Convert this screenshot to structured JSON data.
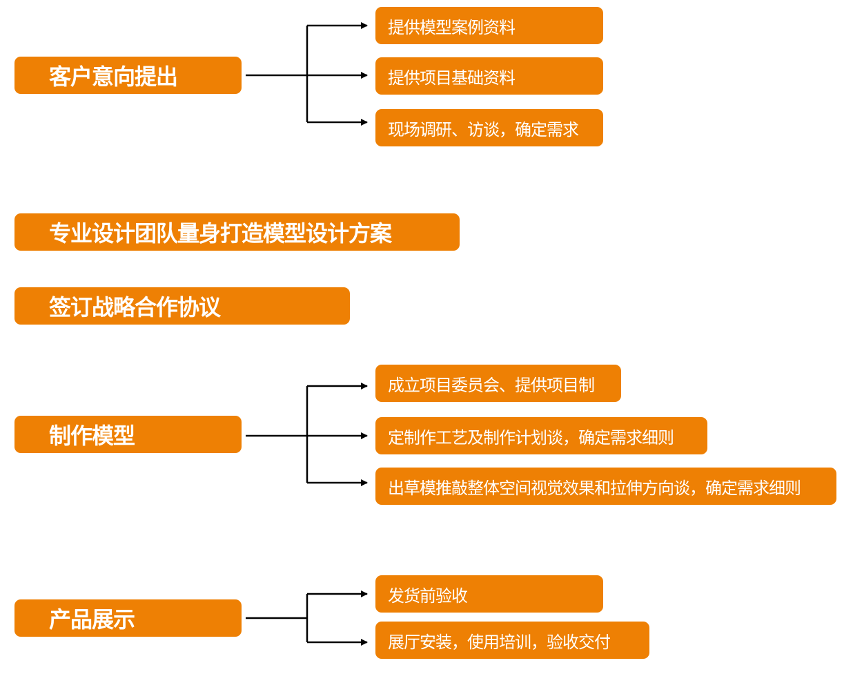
{
  "colors": {
    "box": "#EE8004",
    "text": "#FFFFFF",
    "connector": "#000000"
  },
  "steps": [
    {
      "label": "客户意向提出",
      "children": [
        "提供模型案例资料",
        "提供项目基础资料",
        "现场调研、访谈，确定需求"
      ]
    },
    {
      "label": "专业设计团队量身打造模型设计方案",
      "children": []
    },
    {
      "label": "签订战略合作协议",
      "children": []
    },
    {
      "label": "制作模型",
      "children": [
        "成立项目委员会、提供项目制",
        "定制作工艺及制作计划谈，确定需求细则",
        "出草模推敲整体空间视觉效果和拉伸方向谈，确定需求细则"
      ]
    },
    {
      "label": "产品展示",
      "children": [
        "发货前验收",
        "展厅安装，使用培训，验收交付"
      ]
    }
  ]
}
